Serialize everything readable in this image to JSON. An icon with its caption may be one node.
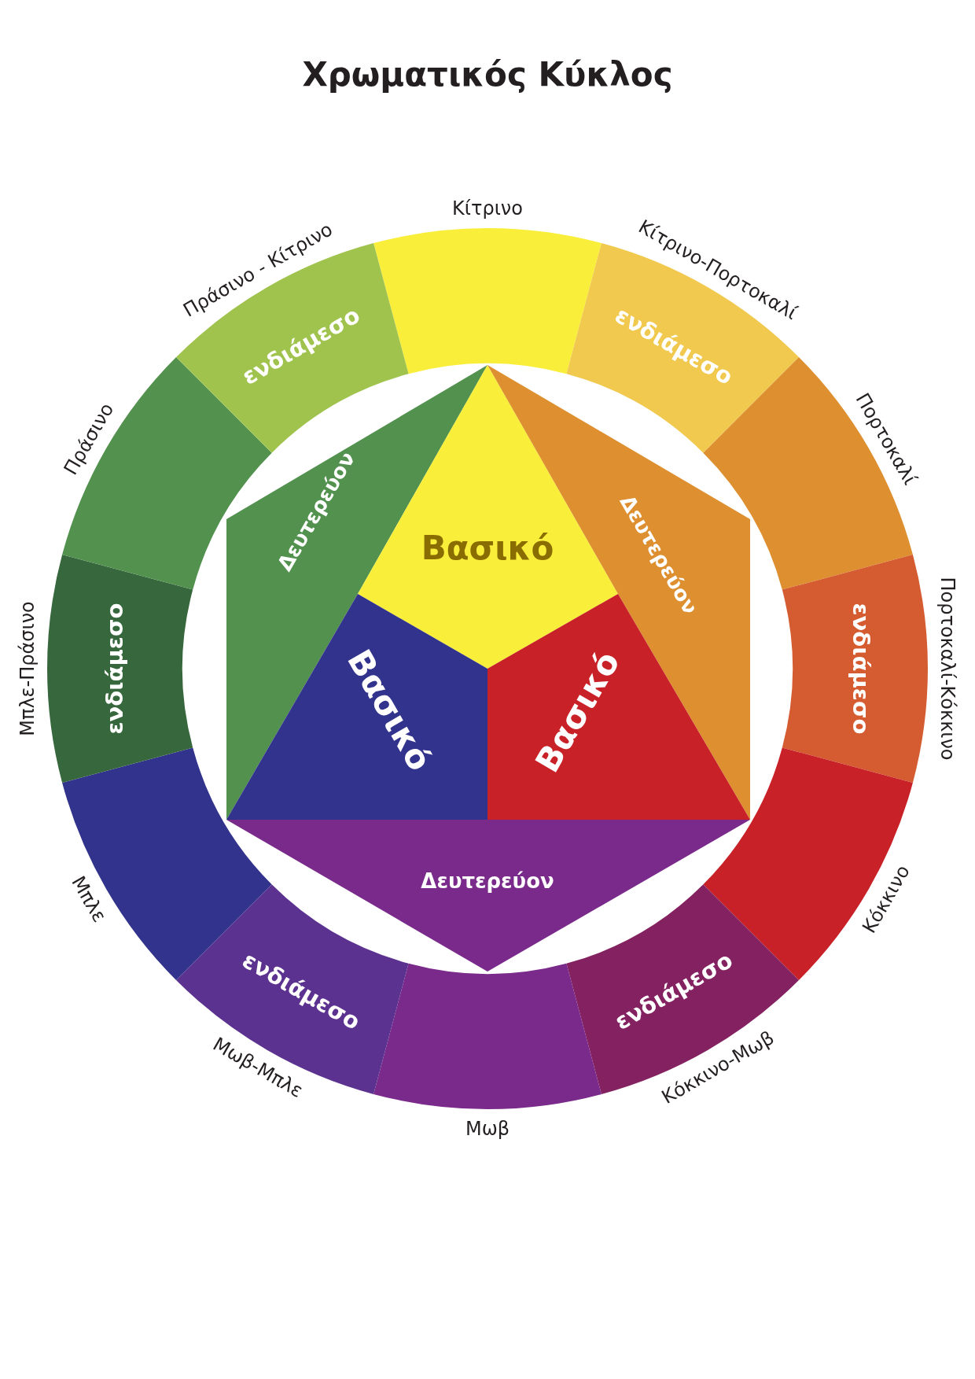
{
  "diagram": {
    "title": "Χρωματικός Κύκλος",
    "nodes": [
      {
        "text": [
          "Κίτρινο"
        ]
      },
      {
        "text": [
          "Κίτρινο-Πορτοκαλί",
          "ενδιάμεσο"
        ]
      },
      {
        "text": [
          "Πορτοκαλί"
        ]
      },
      {
        "text": [
          "Πορτοκαλί-Κόκκινο",
          "ενδιάμεσο"
        ]
      },
      {
        "text": [
          "Κόκκινο"
        ]
      },
      {
        "text": [
          "Κόκκινο-Μωβ",
          "ενδιάμεσο"
        ]
      },
      {
        "text": [
          "Μωβ"
        ]
      },
      {
        "text": [
          "Μωβ-Μπλε",
          "ενδιάμεσο"
        ]
      },
      {
        "text": [
          "Μπλε"
        ]
      },
      {
        "text": [
          "Μπλε-Πράσινο",
          "ενδιάμεσο"
        ]
      },
      {
        "text": [
          "Πράσινο"
        ]
      },
      {
        "text": [
          "Πράσινο - Κίτρινο",
          "ενδιάμεσο"
        ]
      },
      {
        "text": [
          "Δευτερεύον"
        ]
      },
      {
        "text": [
          "Βασικό"
        ]
      },
      {
        "text": [
          "Δευτερεύον"
        ]
      },
      {
        "text": [
          "Βασικό"
        ]
      },
      {
        "text": [
          "Βασικό"
        ]
      },
      {
        "text": [
          "Δευτερεύον"
        ]
      }
    ]
  }
}
